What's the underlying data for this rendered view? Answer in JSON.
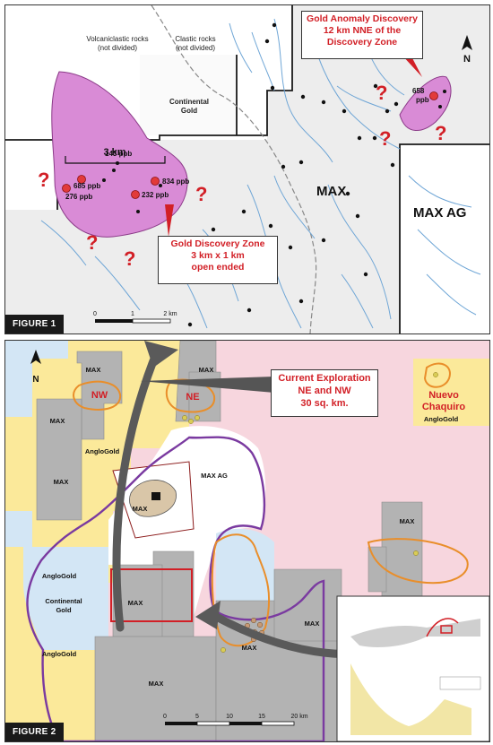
{
  "figure1": {
    "label": "FIGURE 1",
    "north": "N",
    "rock_left": [
      "Volcaniclastic rocks",
      "(not divided)"
    ],
    "rock_right": [
      "Clastic rocks",
      "(not divided)"
    ],
    "continental_gold": [
      "Continental",
      "Gold"
    ],
    "max_label": "MAX",
    "max_ag_label": "MAX AG",
    "width_label": "3 km",
    "samples": [
      {
        "label": "143 ppb"
      },
      {
        "label": "685 ppb"
      },
      {
        "label": "276 ppb"
      },
      {
        "label": "232 ppb"
      },
      {
        "label": "834 ppb"
      },
      {
        "label": "658 ppb"
      }
    ],
    "question_mark": "?",
    "callout_anomaly": [
      "Gold Anomaly Discovery",
      "12 km NNE of the",
      "Discovery Zone"
    ],
    "callout_zone": [
      "Gold Discovery Zone",
      "3 km x 1 km",
      "open ended"
    ],
    "scale": {
      "ticks": [
        "0",
        "1",
        "2 km"
      ]
    }
  },
  "figure2": {
    "label": "FIGURE 2",
    "north": "N",
    "callout": [
      "Current Exploration",
      "NE and NW",
      "30 sq. km."
    ],
    "nw": "NW",
    "ne": "NE",
    "nuevo": [
      "Nuevo",
      "Chaquiro"
    ],
    "anglogold": "AngloGold",
    "continental_gold": [
      "Continental",
      "Gold"
    ],
    "max_label": "MAX",
    "max_ag_label": "MAX AG",
    "scale": {
      "ticks": [
        "0",
        "5",
        "10",
        "15",
        "20 km"
      ]
    }
  },
  "colors": {
    "gold_zone": "#d98bd6",
    "sample_dot": "#e23a3a",
    "question": "#d21f26",
    "anglogold_yellow": "#fbe99a",
    "continental_blue": "#d3e6f5",
    "pink_claims": "#f7d6de",
    "max_gray": "#b3b3b3",
    "purple_boundary": "#7a3aa0",
    "orange_outline": "#e98e2a"
  }
}
